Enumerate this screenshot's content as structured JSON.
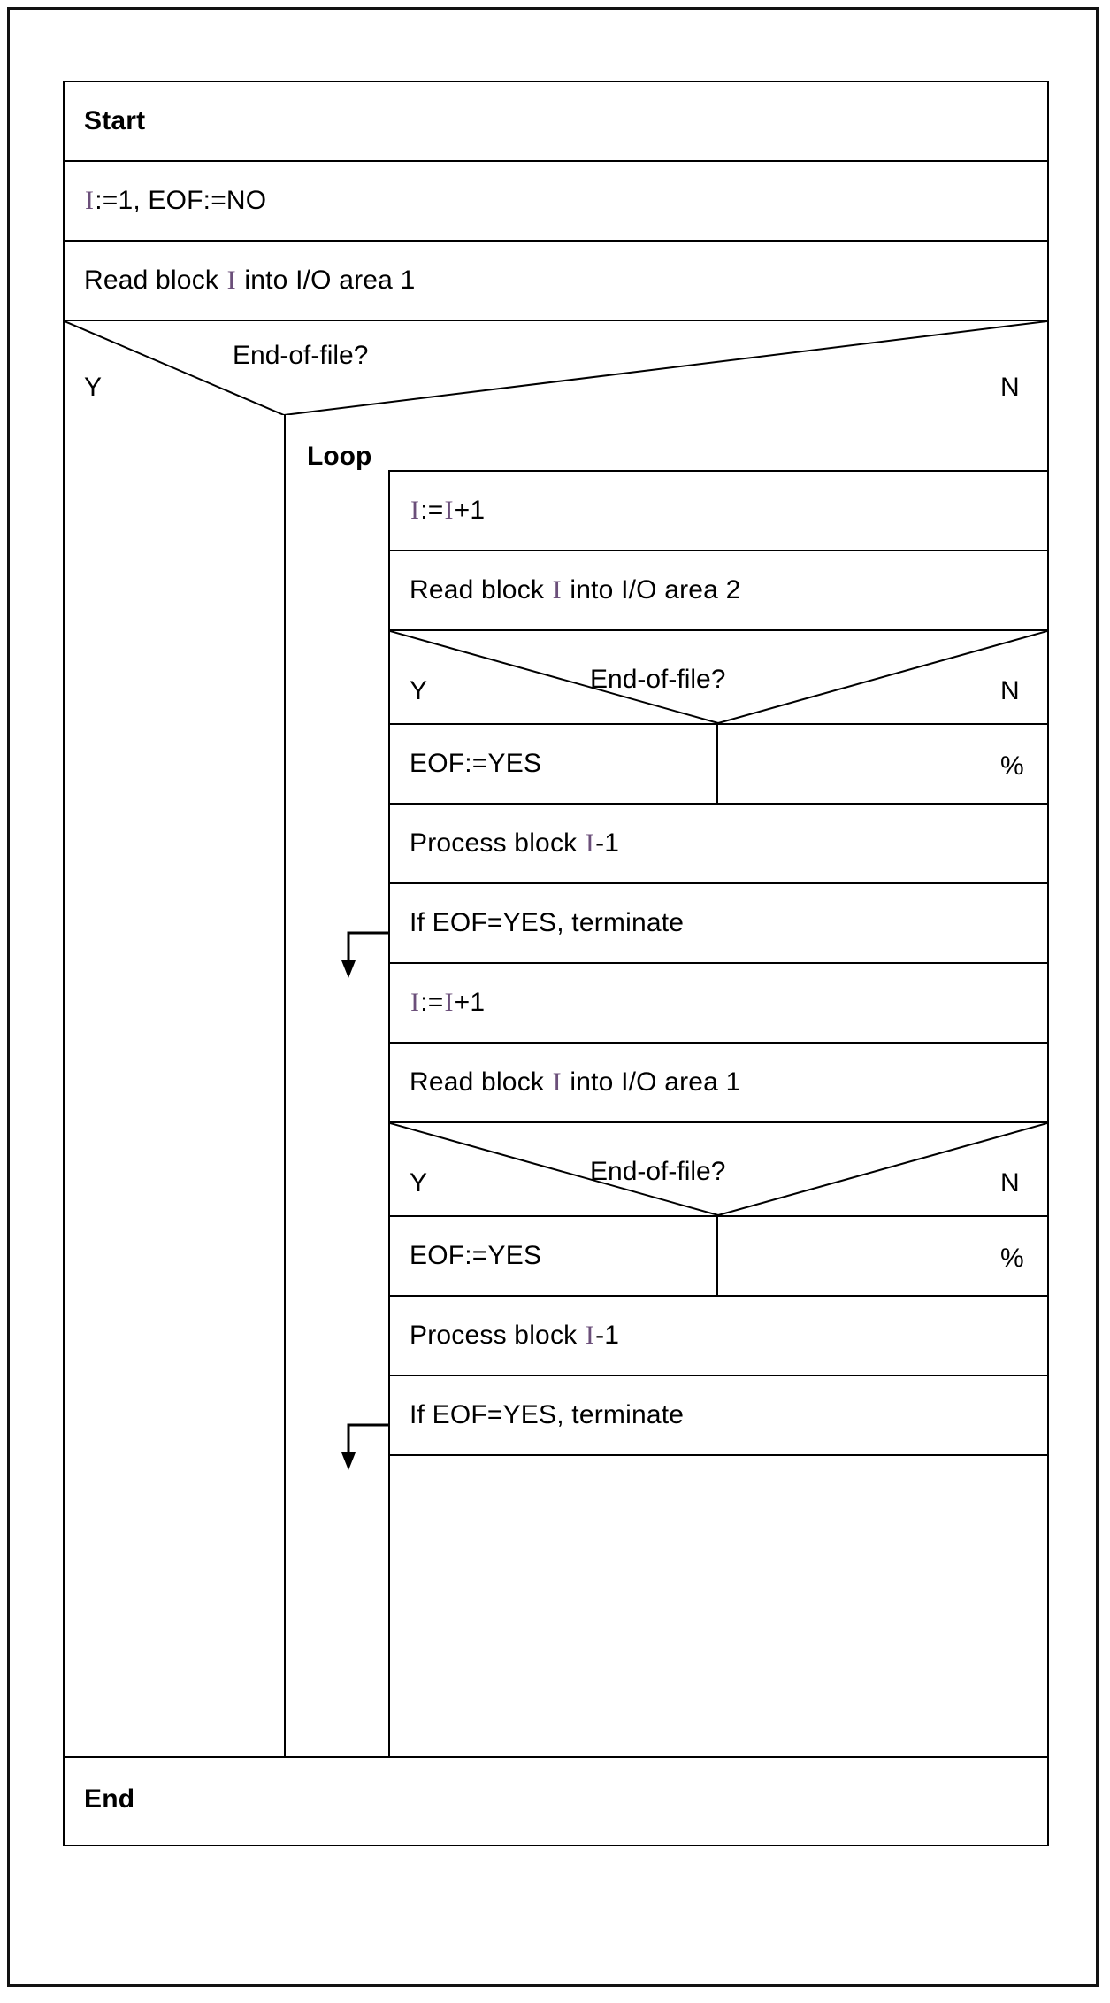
{
  "diagram": {
    "type": "nassi-shneiderman",
    "title_block": "Start",
    "end_block": "End",
    "loop_label": "Loop",
    "decision_question": "End-of-file?",
    "yes_label": "Y",
    "no_label": "N",
    "empty_branch_symbol": "%",
    "variable_glyph": "I",
    "text_color": "#000000",
    "variable_color": "#6b4f7a",
    "line_color": "#000000",
    "background": "#ffffff"
  },
  "blocks": {
    "start": "Start",
    "init": {
      "pre": "",
      "var": "I",
      "post": ":=1, EOF:=NO"
    },
    "read1_outer": {
      "pre": "Read block ",
      "var": "I",
      "post": " into I/O area 1"
    },
    "outer_decision": {
      "question": "End-of-file?",
      "yes": "Y",
      "no": "N"
    },
    "loop": "Loop",
    "body": [
      {
        "name": "increment-1",
        "pre": "",
        "var": "I",
        "mid": ":=",
        "var2": "I",
        "post": "+1"
      },
      {
        "name": "read-area-2",
        "pre": "Read block ",
        "var": "I",
        "post": " into I/O area 2"
      },
      {
        "name": "decision-1",
        "question": "End-of-file?",
        "yes": "Y",
        "no": "N"
      },
      {
        "name": "eof-set-1",
        "left": "EOF:=YES",
        "right": "%"
      },
      {
        "name": "process-1",
        "pre": "Process block ",
        "var": "I",
        "post": "-1"
      },
      {
        "name": "terminate-1",
        "text": "If EOF=YES, terminate"
      },
      {
        "name": "increment-2",
        "pre": "",
        "var": "I",
        "mid": ":=",
        "var2": "I",
        "post": "+1"
      },
      {
        "name": "read-area-1",
        "pre": "Read block ",
        "var": "I",
        "post": " into I/O area 1"
      },
      {
        "name": "decision-2",
        "question": "End-of-file?",
        "yes": "Y",
        "no": "N"
      },
      {
        "name": "eof-set-2",
        "left": "EOF:=YES",
        "right": "%"
      },
      {
        "name": "process-2",
        "pre": "Process block ",
        "var": "I",
        "post": "-1"
      },
      {
        "name": "terminate-2",
        "text": "If EOF=YES, terminate"
      }
    ],
    "end": "End"
  }
}
